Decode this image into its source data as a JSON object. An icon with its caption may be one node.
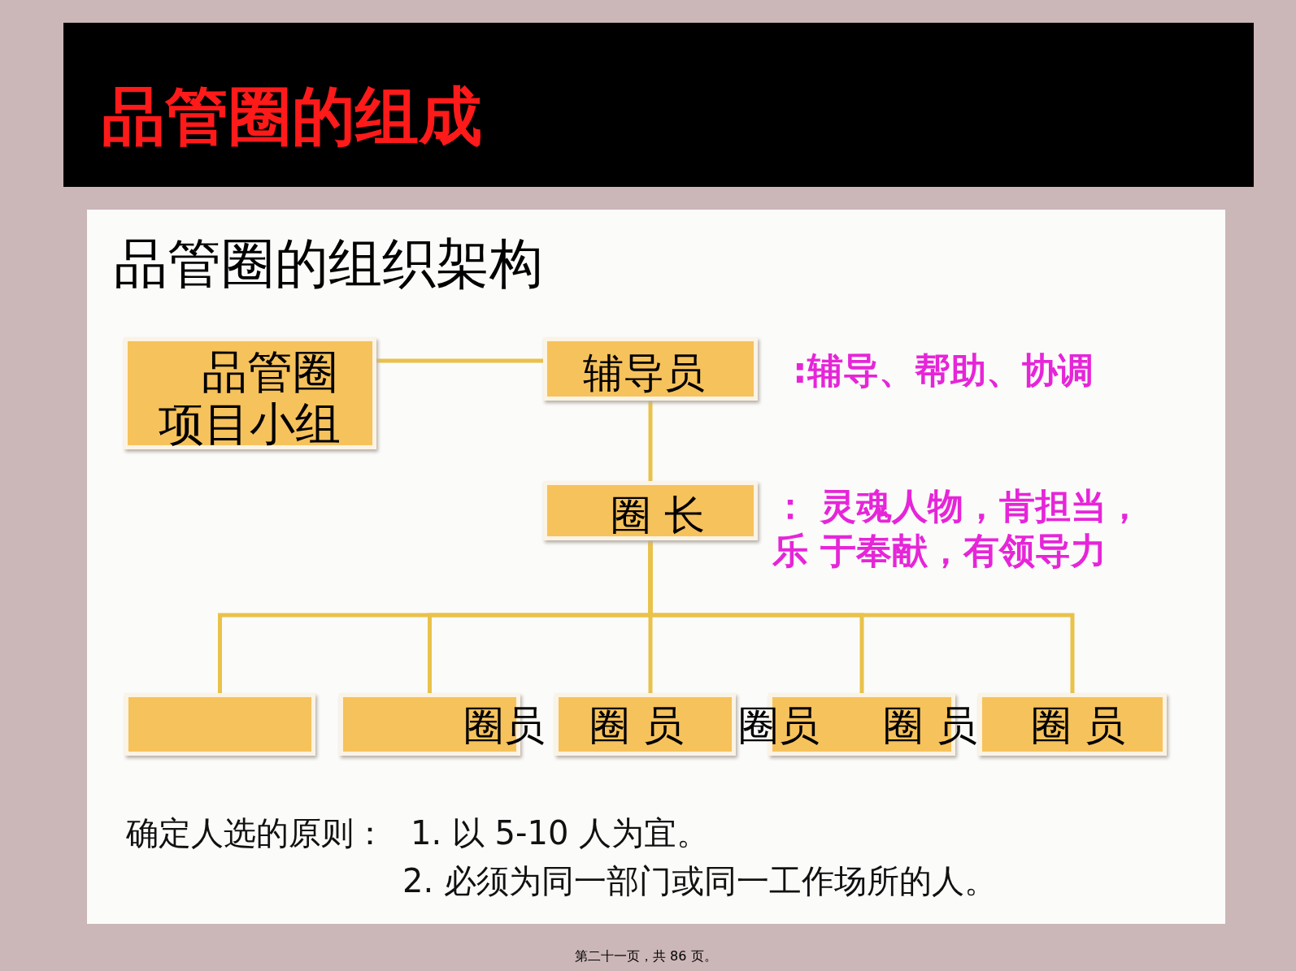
{
  "diagram": {
    "title": "品管圈的组成",
    "nodes": [
      {
        "text": [
          "品管圈项目小组"
        ]
      },
      {
        "text": [
          "辅导员"
        ],
        "beside": [
          ":辅导、帮助、协调"
        ]
      },
      {
        "text": [
          "圈 长"
        ],
        "beside": [
          "：  灵魂人物，肯担当，乐 于奉献，有领导力"
        ]
      },
      {
        "text": [],
        "shape": "box"
      },
      {
        "text": [
          "圈员"
        ]
      },
      {
        "text": [
          "圈 员"
        ]
      },
      {
        "text": [
          "圈员",
          "圈 员"
        ]
      },
      {
        "text": [
          "圈 员"
        ]
      }
    ],
    "edges": [
      {
        "from": 0,
        "to": 1,
        "arrow": "none"
      },
      {
        "from": 1,
        "to": 2,
        "arrow": "none"
      },
      {
        "from": 2,
        "to": 3,
        "arrow": "none"
      },
      {
        "from": 2,
        "to": 4,
        "arrow": "none"
      },
      {
        "from": 2,
        "to": 5,
        "arrow": "none"
      },
      {
        "from": 2,
        "to": 6,
        "arrow": "none"
      },
      {
        "from": 2,
        "to": 7,
        "arrow": "none"
      }
    ],
    "labels": [
      "品管圈的组织架构",
      "确定人选的原则：",
      "1. 以 5-10 人为宜。",
      "2.  必须为同一部门或同一工作场所的人。",
      "第二十一页，共 86 页。"
    ]
  }
}
